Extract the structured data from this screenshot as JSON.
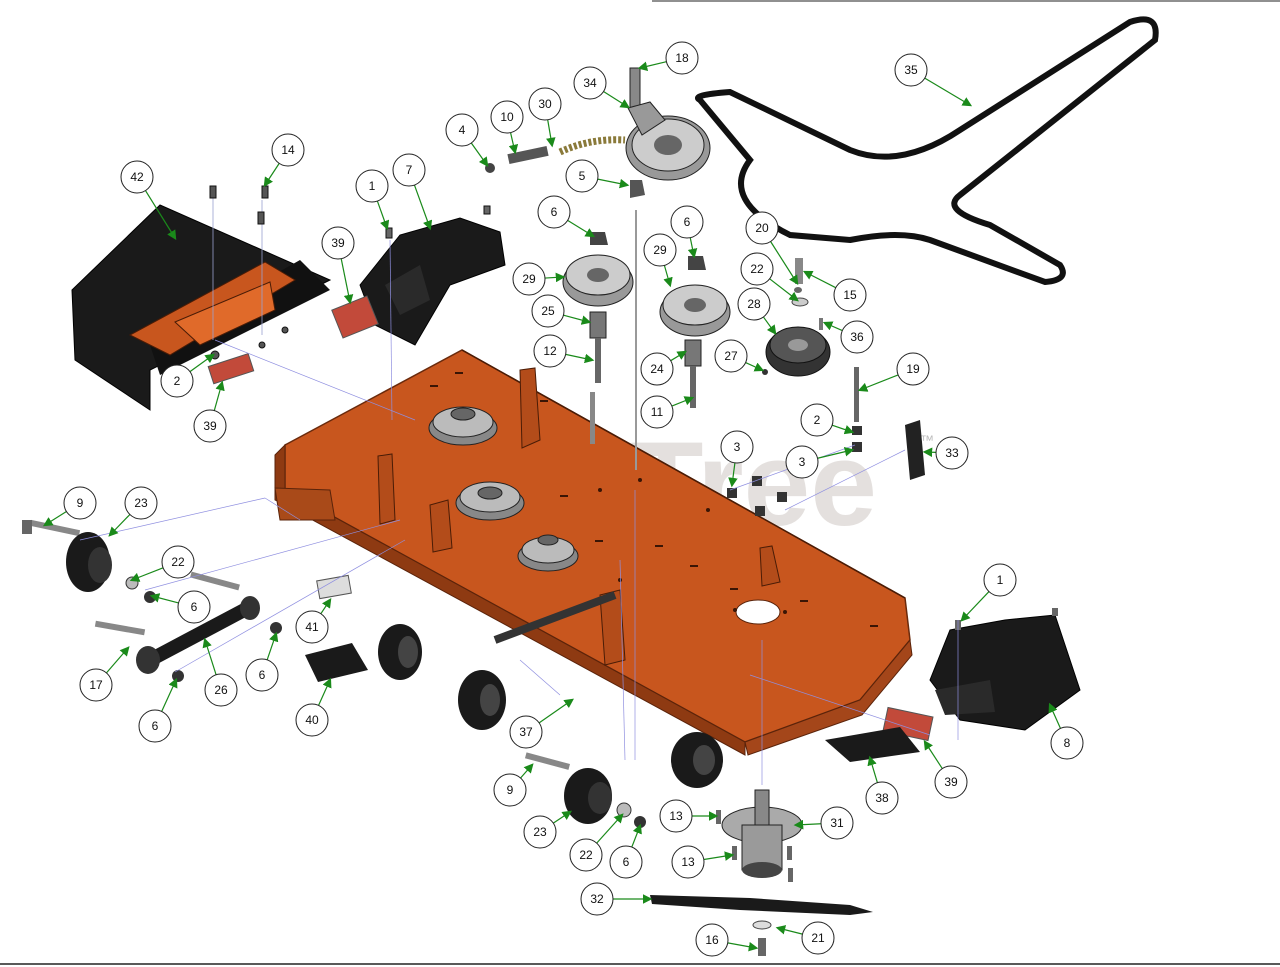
{
  "watermark": {
    "text": "PartsTree",
    "tm": "™"
  },
  "callouts": [
    {
      "id": "c1a",
      "label": "1"
    },
    {
      "id": "c1b",
      "label": "1"
    },
    {
      "id": "c2a",
      "label": "2"
    },
    {
      "id": "c2b",
      "label": "2"
    },
    {
      "id": "c3a",
      "label": "3"
    },
    {
      "id": "c3b",
      "label": "3"
    },
    {
      "id": "c4",
      "label": "4"
    },
    {
      "id": "c5",
      "label": "5"
    },
    {
      "id": "c6a",
      "label": "6"
    },
    {
      "id": "c6b",
      "label": "6"
    },
    {
      "id": "c6c",
      "label": "6"
    },
    {
      "id": "c6d",
      "label": "6"
    },
    {
      "id": "c6e",
      "label": "6"
    },
    {
      "id": "c6f",
      "label": "6"
    },
    {
      "id": "c7",
      "label": "7"
    },
    {
      "id": "c8",
      "label": "8"
    },
    {
      "id": "c9a",
      "label": "9"
    },
    {
      "id": "c9b",
      "label": "9"
    },
    {
      "id": "c10",
      "label": "10"
    },
    {
      "id": "c11",
      "label": "11"
    },
    {
      "id": "c12",
      "label": "12"
    },
    {
      "id": "c13a",
      "label": "13"
    },
    {
      "id": "c13b",
      "label": "13"
    },
    {
      "id": "c14",
      "label": "14"
    },
    {
      "id": "c15",
      "label": "15"
    },
    {
      "id": "c16",
      "label": "16"
    },
    {
      "id": "c17",
      "label": "17"
    },
    {
      "id": "c18",
      "label": "18"
    },
    {
      "id": "c19",
      "label": "19"
    },
    {
      "id": "c20",
      "label": "20"
    },
    {
      "id": "c21",
      "label": "21"
    },
    {
      "id": "c22a",
      "label": "22"
    },
    {
      "id": "c22b",
      "label": "22"
    },
    {
      "id": "c22c",
      "label": "22"
    },
    {
      "id": "c23a",
      "label": "23"
    },
    {
      "id": "c23b",
      "label": "23"
    },
    {
      "id": "c24",
      "label": "24"
    },
    {
      "id": "c25",
      "label": "25"
    },
    {
      "id": "c26",
      "label": "26"
    },
    {
      "id": "c27",
      "label": "27"
    },
    {
      "id": "c28",
      "label": "28"
    },
    {
      "id": "c29a",
      "label": "29"
    },
    {
      "id": "c29b",
      "label": "29"
    },
    {
      "id": "c30",
      "label": "30"
    },
    {
      "id": "c31",
      "label": "31"
    },
    {
      "id": "c32",
      "label": "32"
    },
    {
      "id": "c33",
      "label": "33"
    },
    {
      "id": "c34",
      "label": "34"
    },
    {
      "id": "c35",
      "label": "35"
    },
    {
      "id": "c36",
      "label": "36"
    },
    {
      "id": "c37",
      "label": "37"
    },
    {
      "id": "c38",
      "label": "38"
    },
    {
      "id": "c39a",
      "label": "39"
    },
    {
      "id": "c39b",
      "label": "39"
    },
    {
      "id": "c39c",
      "label": "39"
    },
    {
      "id": "c40",
      "label": "40"
    },
    {
      "id": "c41",
      "label": "41"
    },
    {
      "id": "c42",
      "label": "42"
    }
  ],
  "colors": {
    "deck": "#c8561e",
    "deck_dark": "#8e3a12",
    "arrow": "#1a8a1a",
    "black_part": "#1a1a1a"
  }
}
